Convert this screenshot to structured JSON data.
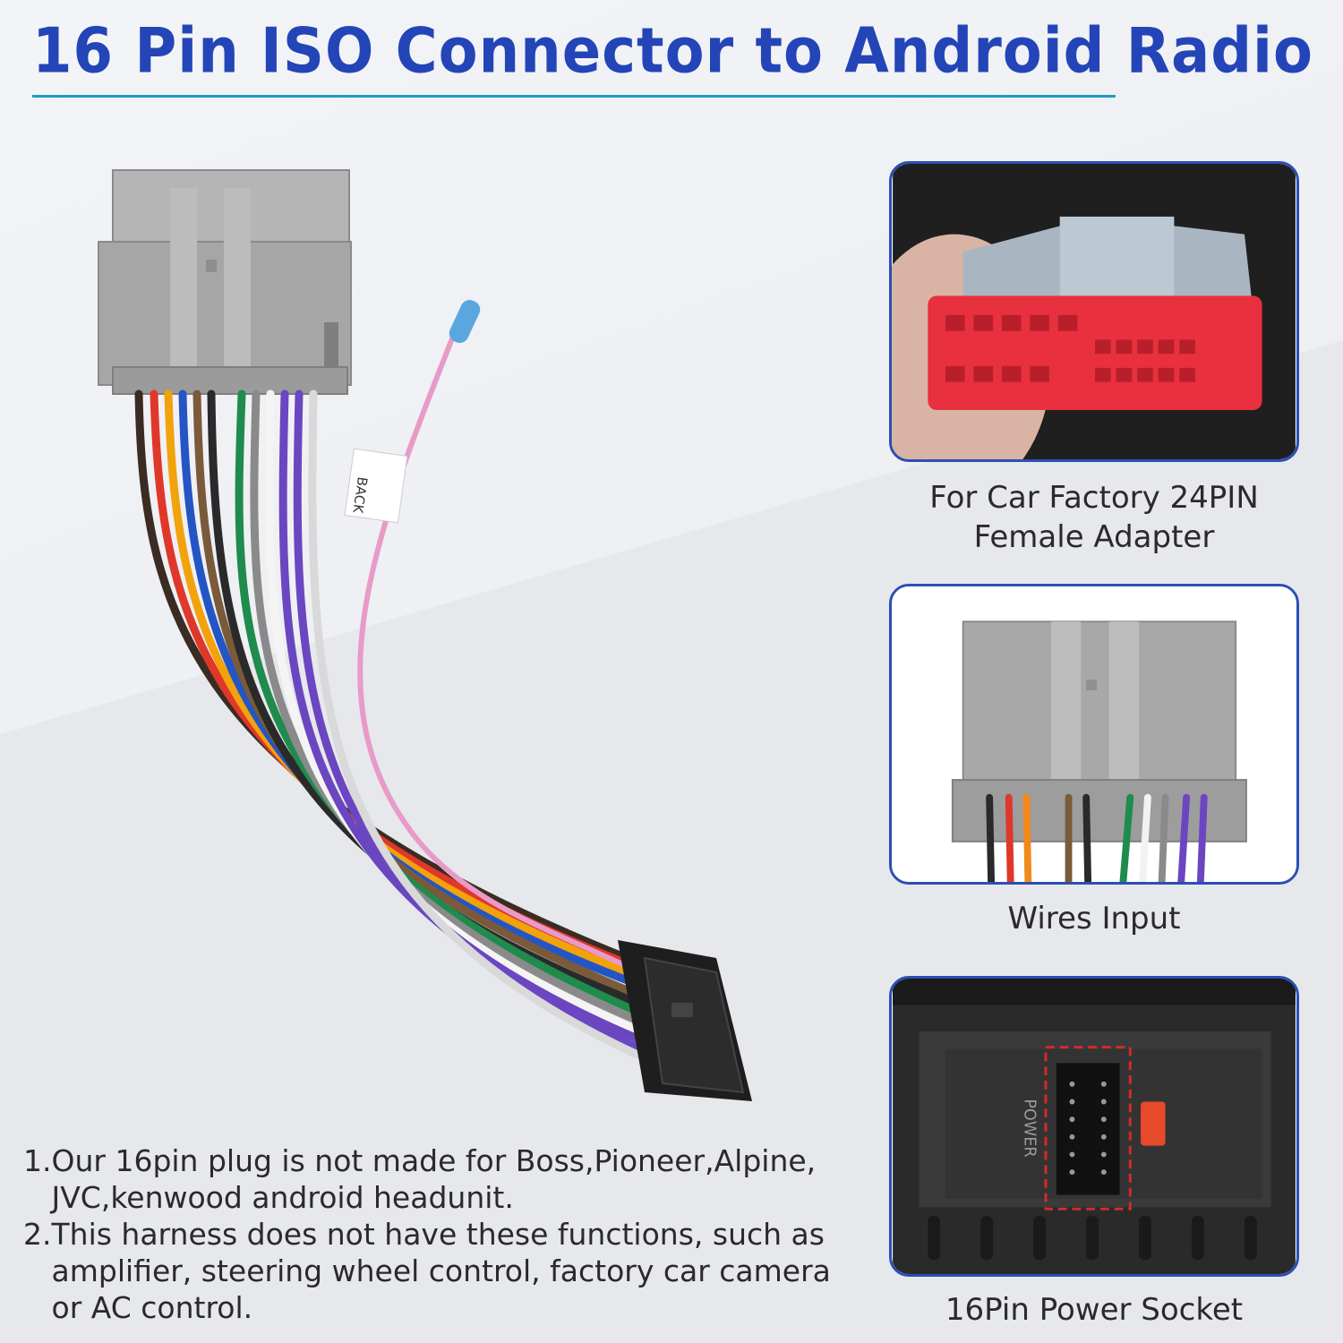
{
  "title": "16 Pin ISO Connector to Android Radio",
  "colors": {
    "title_blue": "#2345b8",
    "underline_cyan": "#1c9cc3",
    "panel_border": "#2b4fb5",
    "connector_gray": "#a6a6a6",
    "connector_red": "#e8303e",
    "plug_black": "#1e1e1e"
  },
  "main_image": {
    "sleeve_label": "BACK"
  },
  "panels": [
    {
      "caption_line1": "For Car Factory 24PIN",
      "caption_line2": "Female Adapter"
    },
    {
      "caption_line1": "Wires Input"
    },
    {
      "caption_line1": "16Pin Power Socket",
      "socket_label": "POWER"
    }
  ],
  "notes": [
    {
      "num": "1.",
      "text": "Our 16pin plug is not made for Boss,Pioneer,Alpine, JVC,kenwood android headunit."
    },
    {
      "num": "2.",
      "text": "This harness does not have these functions, such as amplifier, steering wheel control, factory car camera or AC control."
    }
  ]
}
